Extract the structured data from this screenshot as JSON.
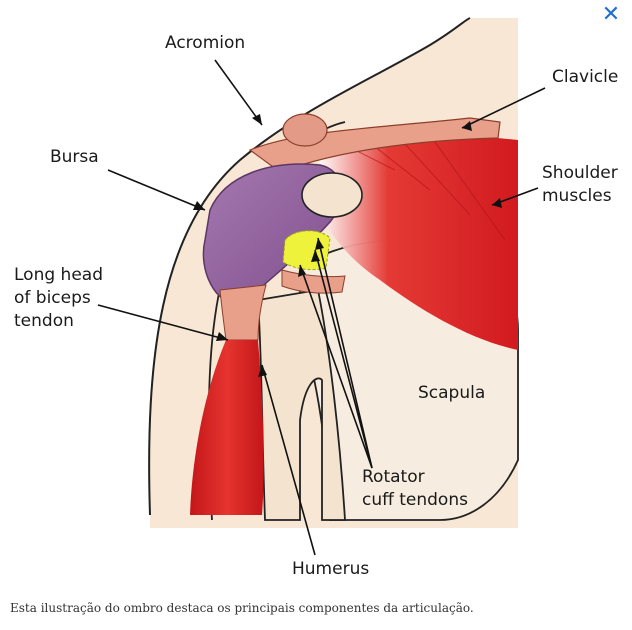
{
  "close_label": "✕",
  "labels": {
    "acromion": "Acromion",
    "clavicle": "Clavicle",
    "bursa": "Bursa",
    "shoulder_muscles_1": "Shoulder",
    "shoulder_muscles_2": "muscles",
    "biceps_1": "Long head",
    "biceps_2": "of biceps",
    "biceps_3": "tendon",
    "scapula": "Scapula",
    "rotator_1": "Rotator",
    "rotator_2": "cuff tendons",
    "humerus": "Humerus"
  },
  "caption": "Esta ilustração do ombro destaca os principais componentes da articulação.",
  "colors": {
    "skin": "#f7e7d4",
    "muscle": "#d81e22",
    "bursa": "#8e5b9a",
    "highlight": "#eef23a",
    "tendon": "#e8a08a"
  }
}
